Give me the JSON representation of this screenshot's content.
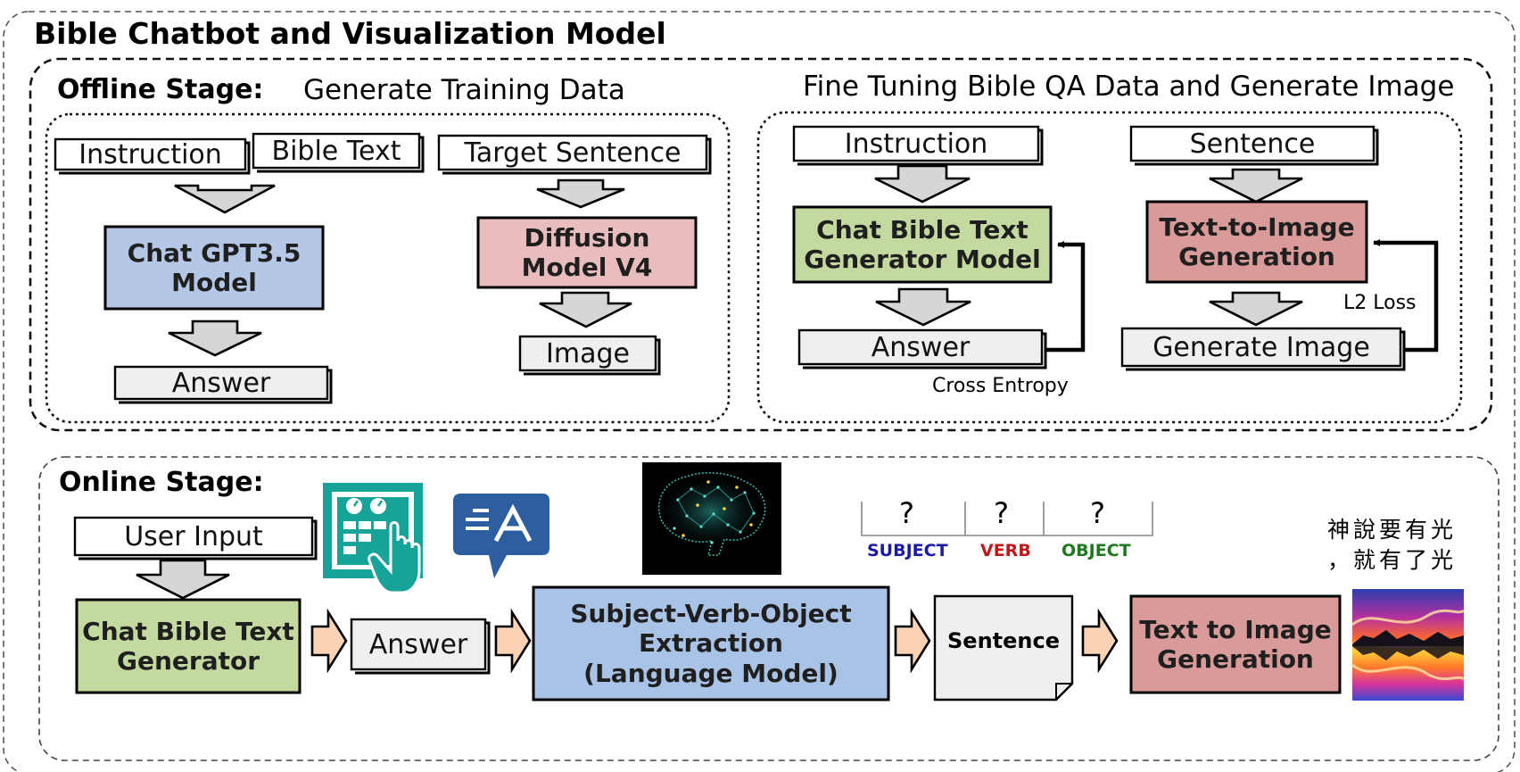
{
  "title": "Bible Chatbot and Visualization Model",
  "offline": {
    "stage_label": "Offline Stage:",
    "generate_heading": "Generate Training Data",
    "finetune_heading": "Fine Tuning Bible QA Data and Generate Image",
    "gen": {
      "instruction": "Instruction",
      "bible_text": "Bible Text",
      "target_sentence": "Target Sentence",
      "chatgpt_model": "Chat GPT3.5\nModel",
      "diffusion_model": "Diffusion\nModel V4",
      "answer": "Answer",
      "image": "Image"
    },
    "ft": {
      "instruction": "Instruction",
      "sentence": "Sentence",
      "text_generator_model": "Chat Bible Text\nGenerator Model",
      "text_to_image": "Text-to-Image\nGeneration",
      "answer": "Answer",
      "generate_image": "Generate Image",
      "cross_entropy": "Cross Entropy",
      "l2_loss": "L2 Loss"
    }
  },
  "online": {
    "stage_label": "Online Stage:",
    "user_input": "User Input",
    "text_generator": "Chat Bible Text\nGenerator",
    "answer": "Answer",
    "svo_extraction": "Subject-Verb-Object\nExtraction\n(Language Model)",
    "sentence": "Sentence",
    "text_to_image": "Text to Image\nGeneration",
    "svo_slots": [
      {
        "mark": "?",
        "role": "SUBJECT",
        "color": "#1a1aa8"
      },
      {
        "mark": "?",
        "role": "VERB",
        "color": "#c01818"
      },
      {
        "mark": "?",
        "role": "OBJECT",
        "color": "#1e7a1e"
      }
    ],
    "chinese_caption_line1": "神說要有光",
    "chinese_caption_line2": "，就有了光"
  },
  "colors": {
    "green_box": "#c4d9a0",
    "blue_box": "#b4c7e7",
    "light_blue_box": "#a9c3e6",
    "pink_box": "#e9bdbd",
    "red_box": "#d99a9a",
    "doc_fill": "#efefef",
    "arrow_fill": "#d6d6d6",
    "peach_arrow": "#fbd3b4",
    "teal_icon": "#18a39a",
    "navy_icon": "#2d5ea0"
  },
  "icons": [
    "form-touch-icon",
    "translate-bubble-icon",
    "brain-network-image",
    "sunset-reflection-image"
  ]
}
